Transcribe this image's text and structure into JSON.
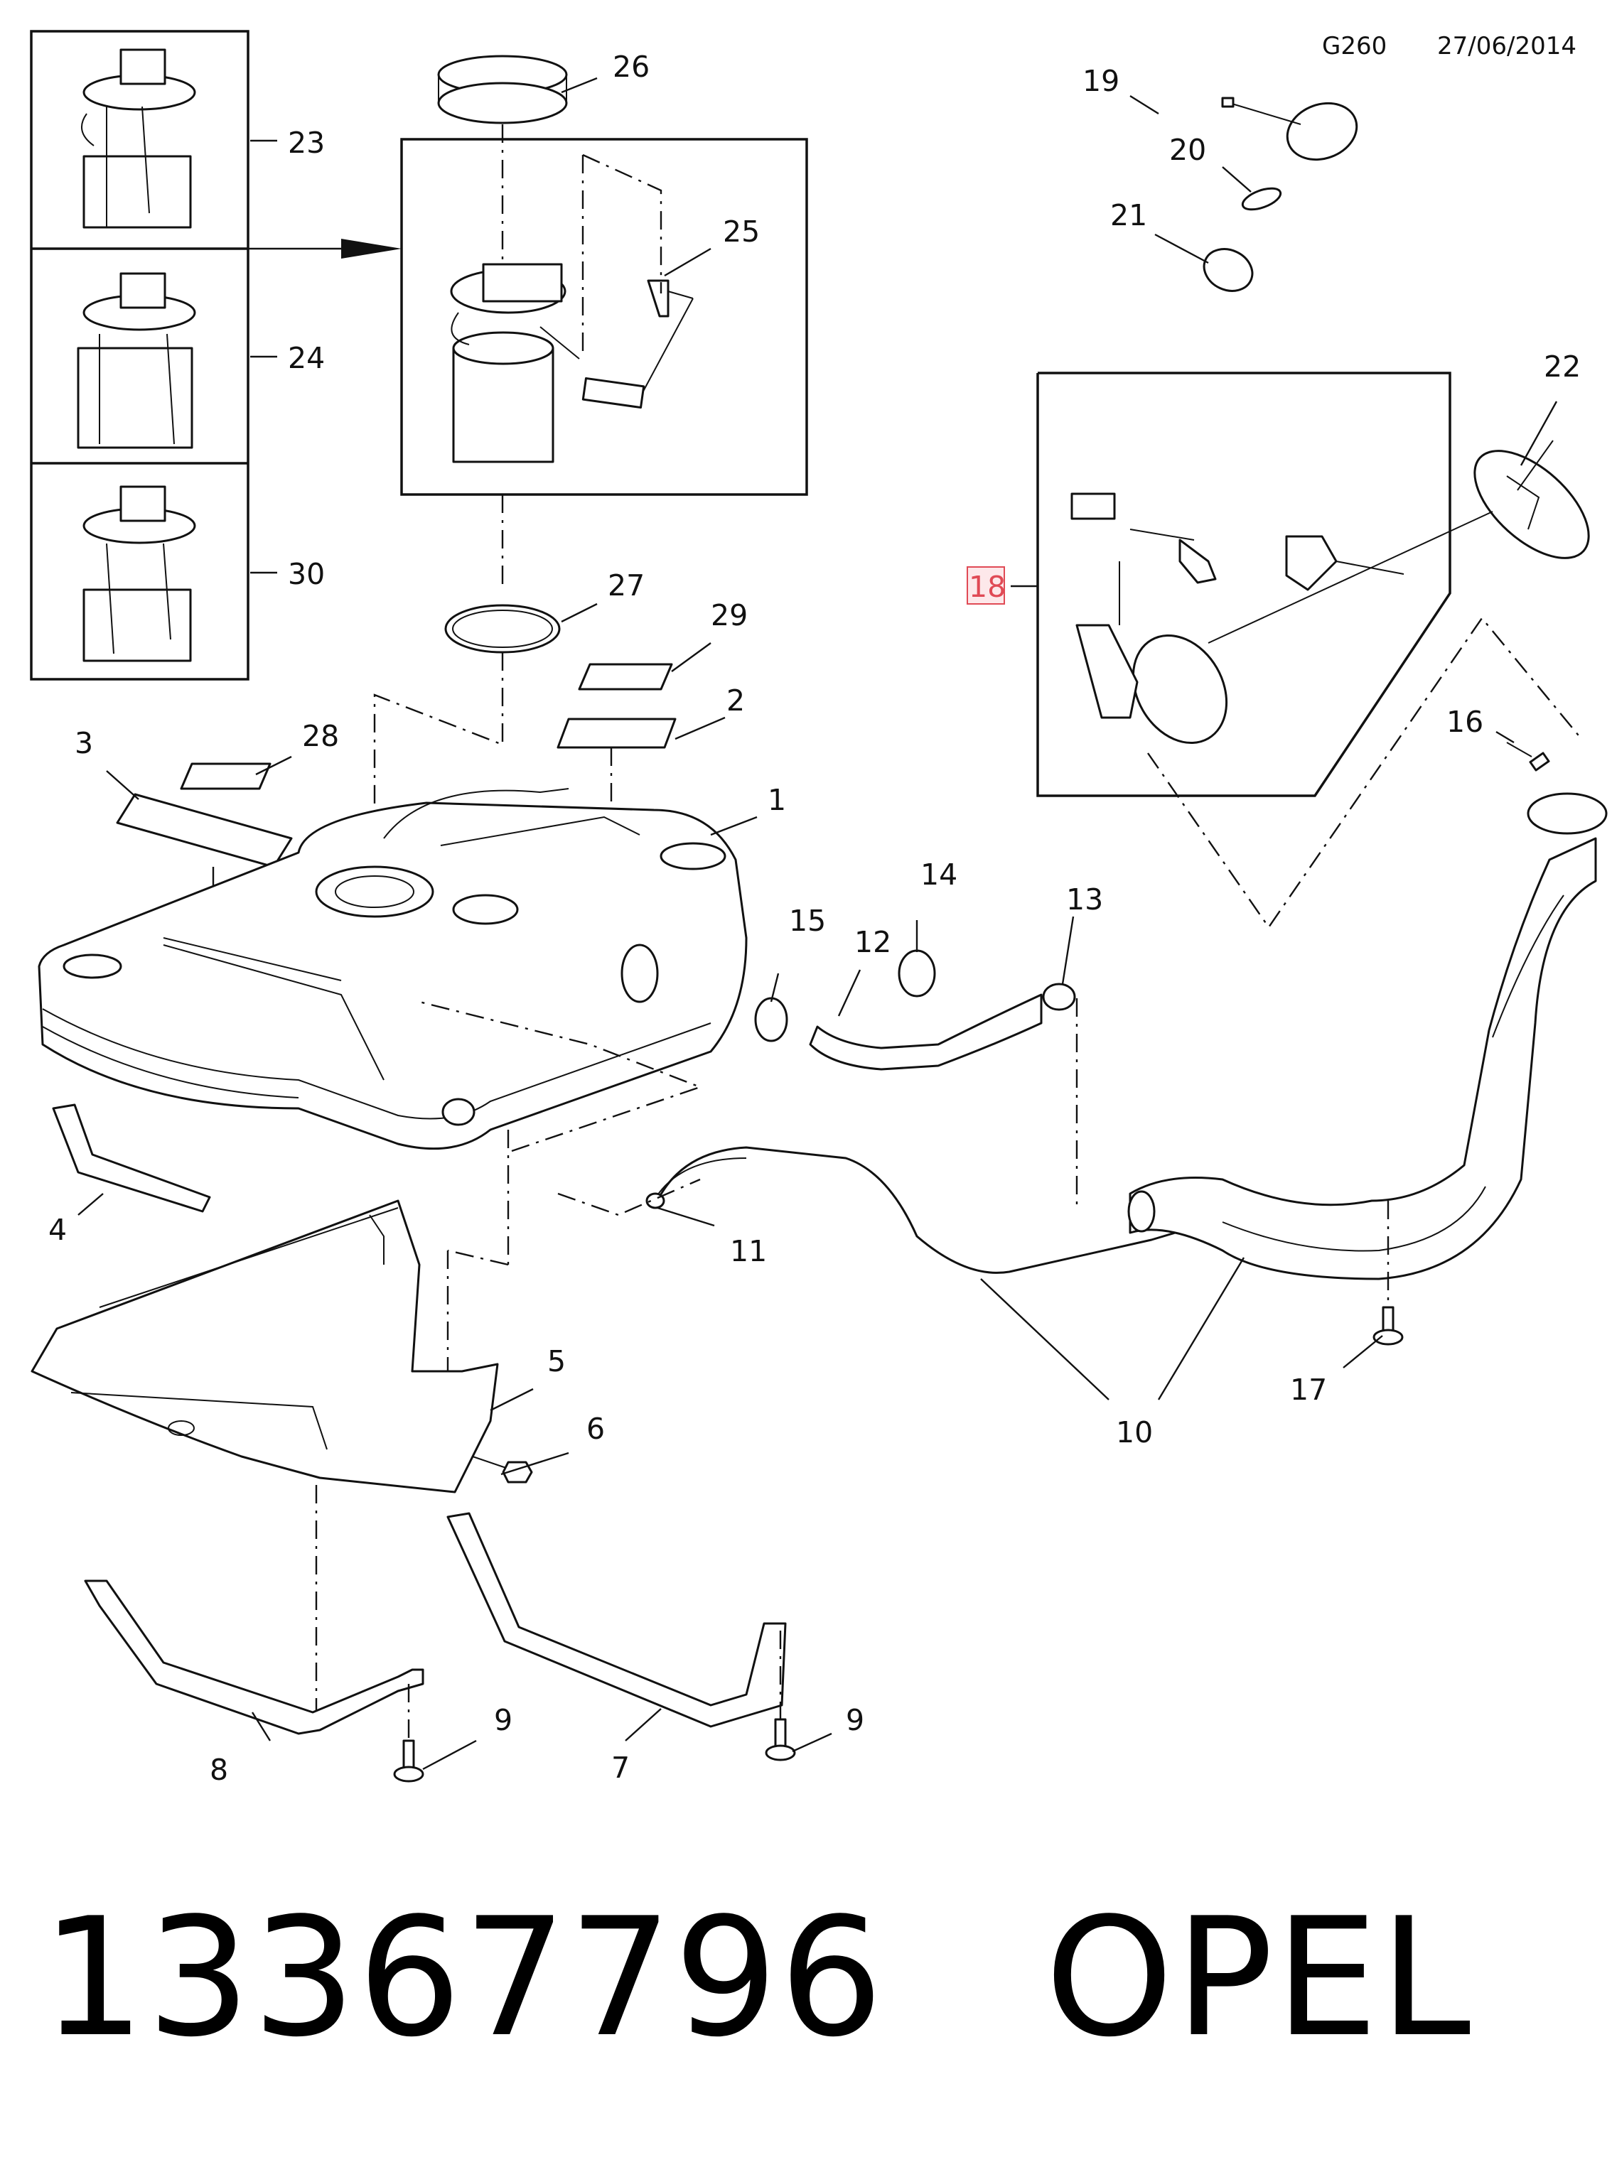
{
  "header": {
    "code": "G260",
    "date": "27/06/2014"
  },
  "callouts": [
    "1",
    "2",
    "3",
    "4",
    "5",
    "6",
    "7",
    "8",
    "9",
    "9",
    "10",
    "11",
    "12",
    "13",
    "14",
    "15",
    "16",
    "17",
    "18",
    "19",
    "20",
    "21",
    "22",
    "23",
    "24",
    "25",
    "26",
    "27",
    "28",
    "29",
    "30"
  ],
  "highlighted_callout": "18",
  "caption": {
    "part_number": "13367796",
    "brand": "OPEL"
  },
  "colors": {
    "line": "#111111",
    "highlight_fill": "#fde8ea",
    "highlight_border": "#e04a55"
  }
}
